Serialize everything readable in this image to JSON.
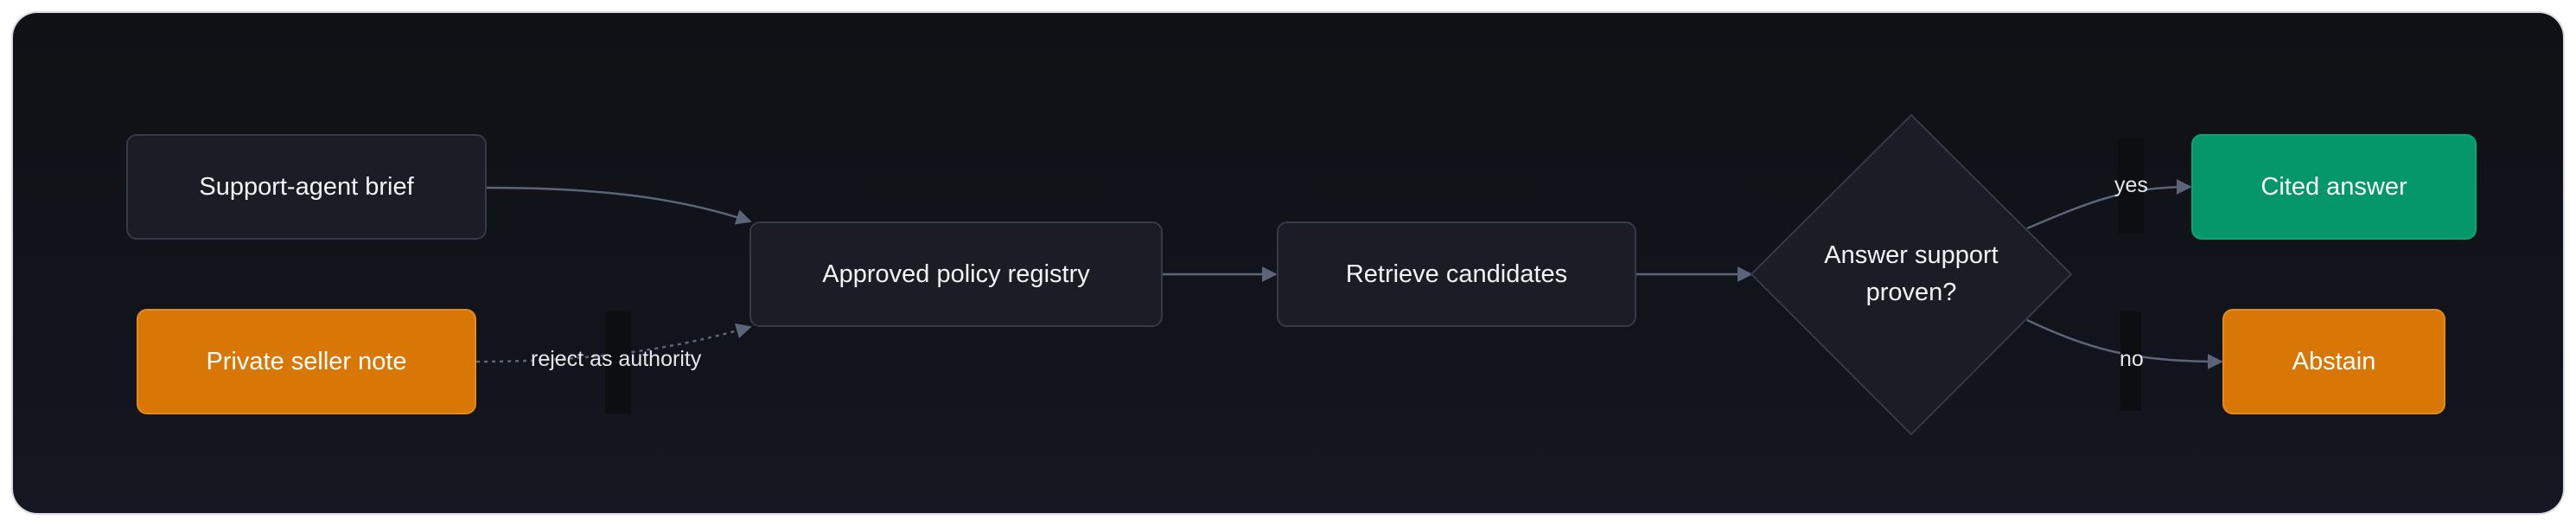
{
  "nodes": {
    "support_agent_brief": "Support-agent brief",
    "private_seller_note": "Private seller note",
    "approved_policy_registry": "Approved policy registry",
    "retrieve_candidates": "Retrieve candidates",
    "decision": "Answer support proven?",
    "cited_answer": "Cited answer",
    "abstain": "Abstain"
  },
  "edges": {
    "reject_label": "reject as authority",
    "yes_label": "yes",
    "no_label": "no"
  },
  "colors": {
    "background": "#11131a",
    "node_fill": "#1b1c25",
    "node_border": "#353a47",
    "edge": "#5b6577",
    "warning": "#d97706",
    "success": "#059669"
  }
}
